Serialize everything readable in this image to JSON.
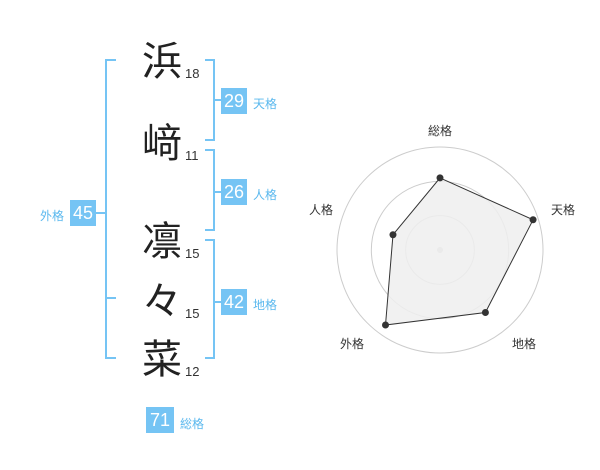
{
  "name": {
    "chars": [
      {
        "char": "浜",
        "strokes": "18"
      },
      {
        "char": "﨑",
        "strokes": "11"
      },
      {
        "char": "凛",
        "strokes": "15"
      },
      {
        "char": "々",
        "strokes": "15"
      },
      {
        "char": "菜",
        "strokes": "12"
      }
    ]
  },
  "fortunes": {
    "tenkaku": {
      "value": "29",
      "label": "天格"
    },
    "jinkaku": {
      "value": "26",
      "label": "人格"
    },
    "chikaku": {
      "value": "42",
      "label": "地格"
    },
    "gaikaku": {
      "value": "45",
      "label": "外格"
    },
    "soukaku": {
      "value": "71",
      "label": "総格"
    }
  },
  "chart_data": {
    "type": "radar",
    "axes": [
      "総格",
      "天格",
      "地格",
      "外格",
      "人格"
    ],
    "values": [
      0.7,
      0.95,
      0.75,
      0.9,
      0.48
    ],
    "rings": 3,
    "colors": {
      "fill": "#eeeeee",
      "stroke": "#333333",
      "ring": "#cccccc",
      "accent": "#75c4f4"
    }
  }
}
